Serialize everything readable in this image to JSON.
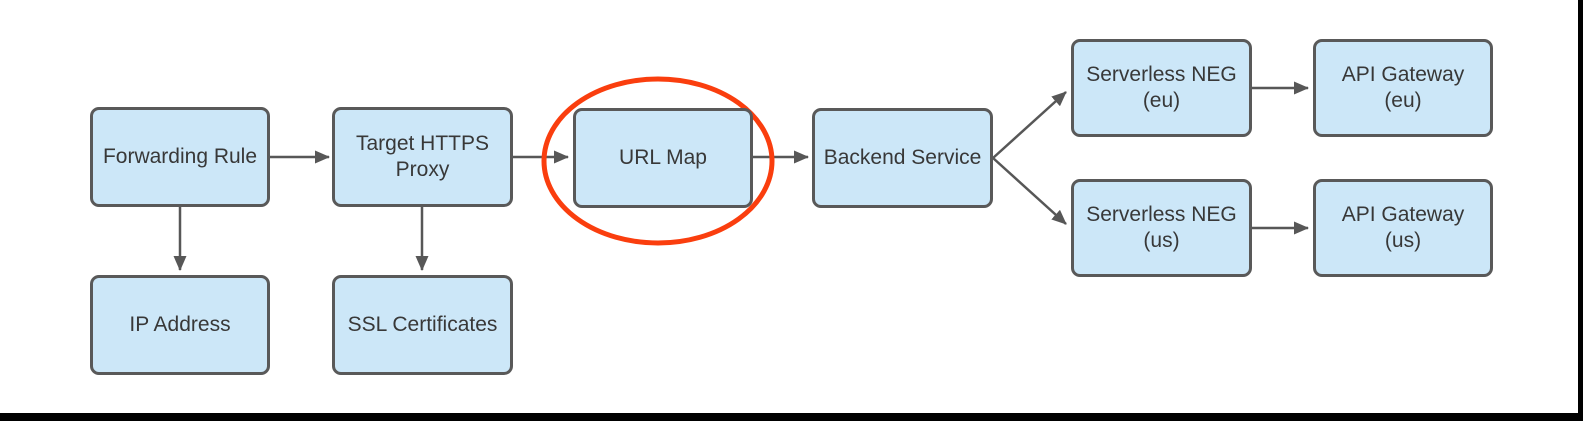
{
  "diagram": {
    "type": "flowchart",
    "nodes": [
      {
        "id": "forwarding-rule",
        "label": "Forwarding Rule"
      },
      {
        "id": "target-https-proxy",
        "label": "Target HTTPS\nProxy"
      },
      {
        "id": "url-map",
        "label": "URL Map"
      },
      {
        "id": "backend-service",
        "label": "Backend Service"
      },
      {
        "id": "serverless-neg-eu",
        "label": "Serverless NEG\n(eu)"
      },
      {
        "id": "api-gateway-eu",
        "label": "API Gateway\n(eu)"
      },
      {
        "id": "serverless-neg-us",
        "label": "Serverless NEG\n(us)"
      },
      {
        "id": "api-gateway-us",
        "label": "API Gateway\n(us)"
      },
      {
        "id": "ip-address",
        "label": "IP Address"
      },
      {
        "id": "ssl-certificates",
        "label": "SSL Certificates"
      }
    ],
    "connections": [
      {
        "from": "Forwarding Rule",
        "to": "Target HTTPS Proxy"
      },
      {
        "from": "Target HTTPS Proxy",
        "to": "URL Map"
      },
      {
        "from": "URL Map",
        "to": "Backend Service"
      },
      {
        "from": "Backend Service",
        "to": "Serverless NEG (eu)"
      },
      {
        "from": "Backend Service",
        "to": "Serverless NEG (us)"
      },
      {
        "from": "Serverless NEG (eu)",
        "to": "API Gateway (eu)"
      },
      {
        "from": "Serverless NEG (us)",
        "to": "API Gateway (us)"
      },
      {
        "from": "Forwarding Rule",
        "to": "IP Address"
      },
      {
        "from": "Target HTTPS Proxy",
        "to": "SSL Certificates"
      }
    ],
    "annotation": {
      "shape": "ellipse-highlight",
      "target": "URL Map",
      "color": "#fa3e0e"
    },
    "colors": {
      "node_fill": "#cce7f8",
      "node_border": "#595959",
      "arrow": "#575757",
      "text": "#383838",
      "frame": "#000000"
    }
  }
}
